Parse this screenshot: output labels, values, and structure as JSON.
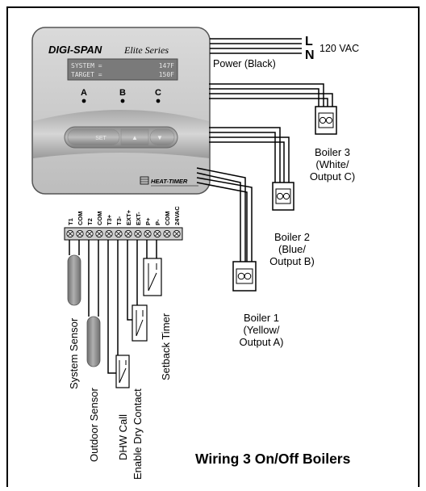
{
  "controller": {
    "brand_prefix": "DIGI-SPAN",
    "brand_series": "Elite Series",
    "display_line1_label": "SYSTEM =",
    "display_line1_value": "147F",
    "display_line2_label": "TARGET =",
    "display_line2_value": "150F",
    "indicators": [
      "A",
      "B",
      "C"
    ],
    "buttons": {
      "set": "SET",
      "up": "▲",
      "down": "▼"
    },
    "maker": "HEAT-TIMER"
  },
  "power": {
    "line_label": "L",
    "neutral_label": "N",
    "voltage": "120 VAC",
    "caption": "Power (Black)"
  },
  "terminal_labels": [
    "T1",
    "COM",
    "T2",
    "COM",
    "T3+",
    "T3-",
    "EXT+",
    "EXT-",
    "P+",
    "P-",
    "COM",
    "24VAC"
  ],
  "boilers": [
    {
      "line1": "Boiler 1",
      "line2": "(Yellow/",
      "line3": "Output A)"
    },
    {
      "line1": "Boiler 2",
      "line2": "(Blue/",
      "line3": "Output B)"
    },
    {
      "line1": "Boiler 3",
      "line2": "(White/",
      "line3": "Output C)"
    }
  ],
  "devices": {
    "system_sensor": "System Sensor",
    "outdoor_sensor": "Outdoor Sensor",
    "dhw_line1": "DHW Call",
    "dhw_line2": "Enable Dry Contact",
    "setback_timer": "Setback Timer"
  },
  "title": "Wiring 3 On/Off Boilers",
  "colors": {
    "border": "#000000",
    "panel_gray": "#c9c9c9",
    "display": "#7a7a7a",
    "sensor": "#8a8a8a"
  }
}
